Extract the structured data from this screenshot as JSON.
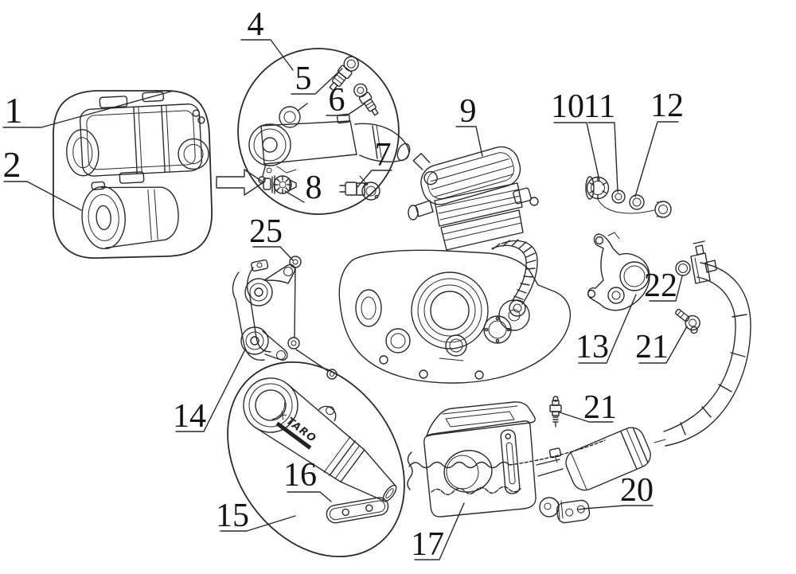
{
  "diagram_subject": "motorcycle engine with air intake, throttle body and exhaust system - exploded parts view",
  "colors": {
    "line": "#2a2a2a",
    "arrow": "#dd2127",
    "background": "#ffffff"
  },
  "muffler_logo": "TARO",
  "labels": {
    "n1": "1",
    "n2": "2",
    "n4": "4",
    "n5": "5",
    "n6": "6",
    "n7": "7",
    "n8": "8",
    "n9": "9",
    "n10": "10",
    "n11": "11",
    "n12": "12",
    "n13": "13",
    "n14": "14",
    "n15": "15",
    "n16": "16",
    "n17": "17",
    "n20": "20",
    "n21_spark_plug": "21",
    "n21_bolt": "21",
    "n22": "22",
    "n25": "25"
  }
}
